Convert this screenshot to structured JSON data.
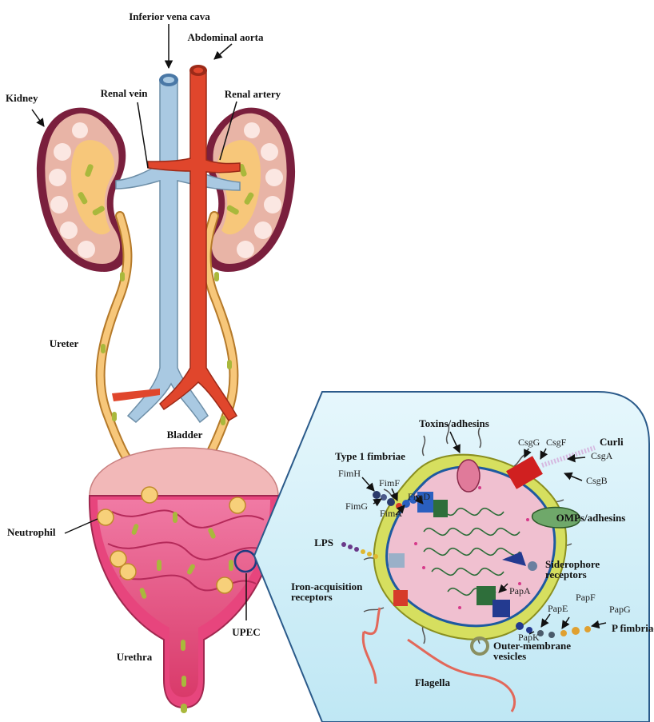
{
  "labels": {
    "ivc": "Inferior vena cava",
    "aorta": "Abdominal aorta",
    "kidney": "Kidney",
    "renal_vein": "Renal vein",
    "renal_artery": "Renal artery",
    "ureter": "Ureter",
    "bladder": "Bladder",
    "neutrophil": "Neutrophil",
    "urethra": "Urethra",
    "upec": "UPEC",
    "toxins": "Toxins/adhesins",
    "curli": "Curli",
    "csgg": "CsgG",
    "csgf": "CsgF",
    "csga": "CsgA",
    "csgb": "CsgB",
    "type1": "Type 1 fimbriae",
    "fimh": "FimH",
    "fimf": "FimF",
    "fimd": "FimD",
    "fimg": "FimG",
    "fima": "FimA",
    "omps": "OMPs/adhesins",
    "lps": "LPS",
    "siderophore_1": "Siderophore",
    "siderophore_2": "receptors",
    "iron_1": "Iron-acquisition",
    "iron_2": "receptors",
    "papa": "PapA",
    "pape": "PapE",
    "papf": "PapF",
    "papg": "PapG",
    "papk": "PapK",
    "pfim": "P fimbriae",
    "omv_1": "Outer-membrane",
    "omv_2": "vesicles",
    "flagella": "Flagella"
  },
  "colors": {
    "vein": "#a9c9e2",
    "artery": "#e0462c",
    "kidney_cortex": "#e8b4a6",
    "pelvis": "#f7c77a",
    "bacteria_green": "#a9b83c",
    "bladder": "#e7457d",
    "zoom_bg": "#cfeef8",
    "cell_outer": "#d6df5f"
  }
}
